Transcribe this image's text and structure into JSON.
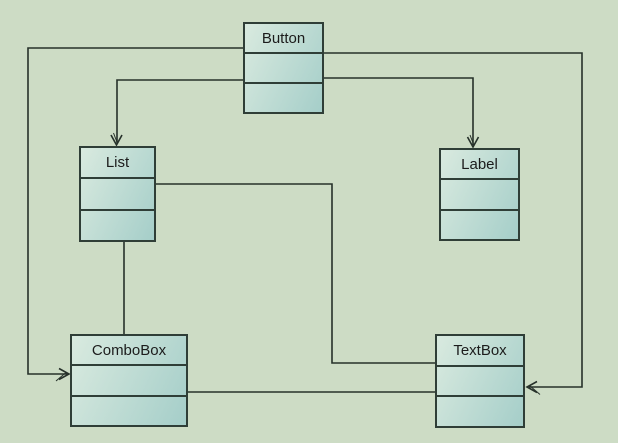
{
  "diagram": {
    "type": "uml-class-diagram",
    "classes": [
      {
        "name": "Button",
        "attributes": [],
        "operations": []
      },
      {
        "name": "List",
        "attributes": [],
        "operations": []
      },
      {
        "name": "Label",
        "attributes": [],
        "operations": []
      },
      {
        "name": "ComboBox",
        "attributes": [],
        "operations": []
      },
      {
        "name": "TextBox",
        "attributes": [],
        "operations": []
      }
    ],
    "relationships": [
      {
        "from": "Button",
        "to": "List",
        "arrow": "open-arrowhead"
      },
      {
        "from": "Button",
        "to": "Label",
        "arrow": "open-arrowhead"
      },
      {
        "from": "Button",
        "to": "ComboBox",
        "arrow": "open-arrowhead"
      },
      {
        "from": "Button",
        "to": "TextBox",
        "arrow": "open-arrowhead"
      },
      {
        "from": "List",
        "to": "TextBox",
        "arrow": "none"
      },
      {
        "from": "List",
        "to": "ComboBox",
        "arrow": "none"
      },
      {
        "from": "ComboBox",
        "to": "TextBox",
        "arrow": "none"
      }
    ],
    "colors": {
      "background": "#cddcc5",
      "box_border": "#2f3e37",
      "box_fill_light": "#d9eadf",
      "box_fill_dark": "#a5cec9",
      "line": "#26312a",
      "text": "#1c1c1c"
    }
  }
}
